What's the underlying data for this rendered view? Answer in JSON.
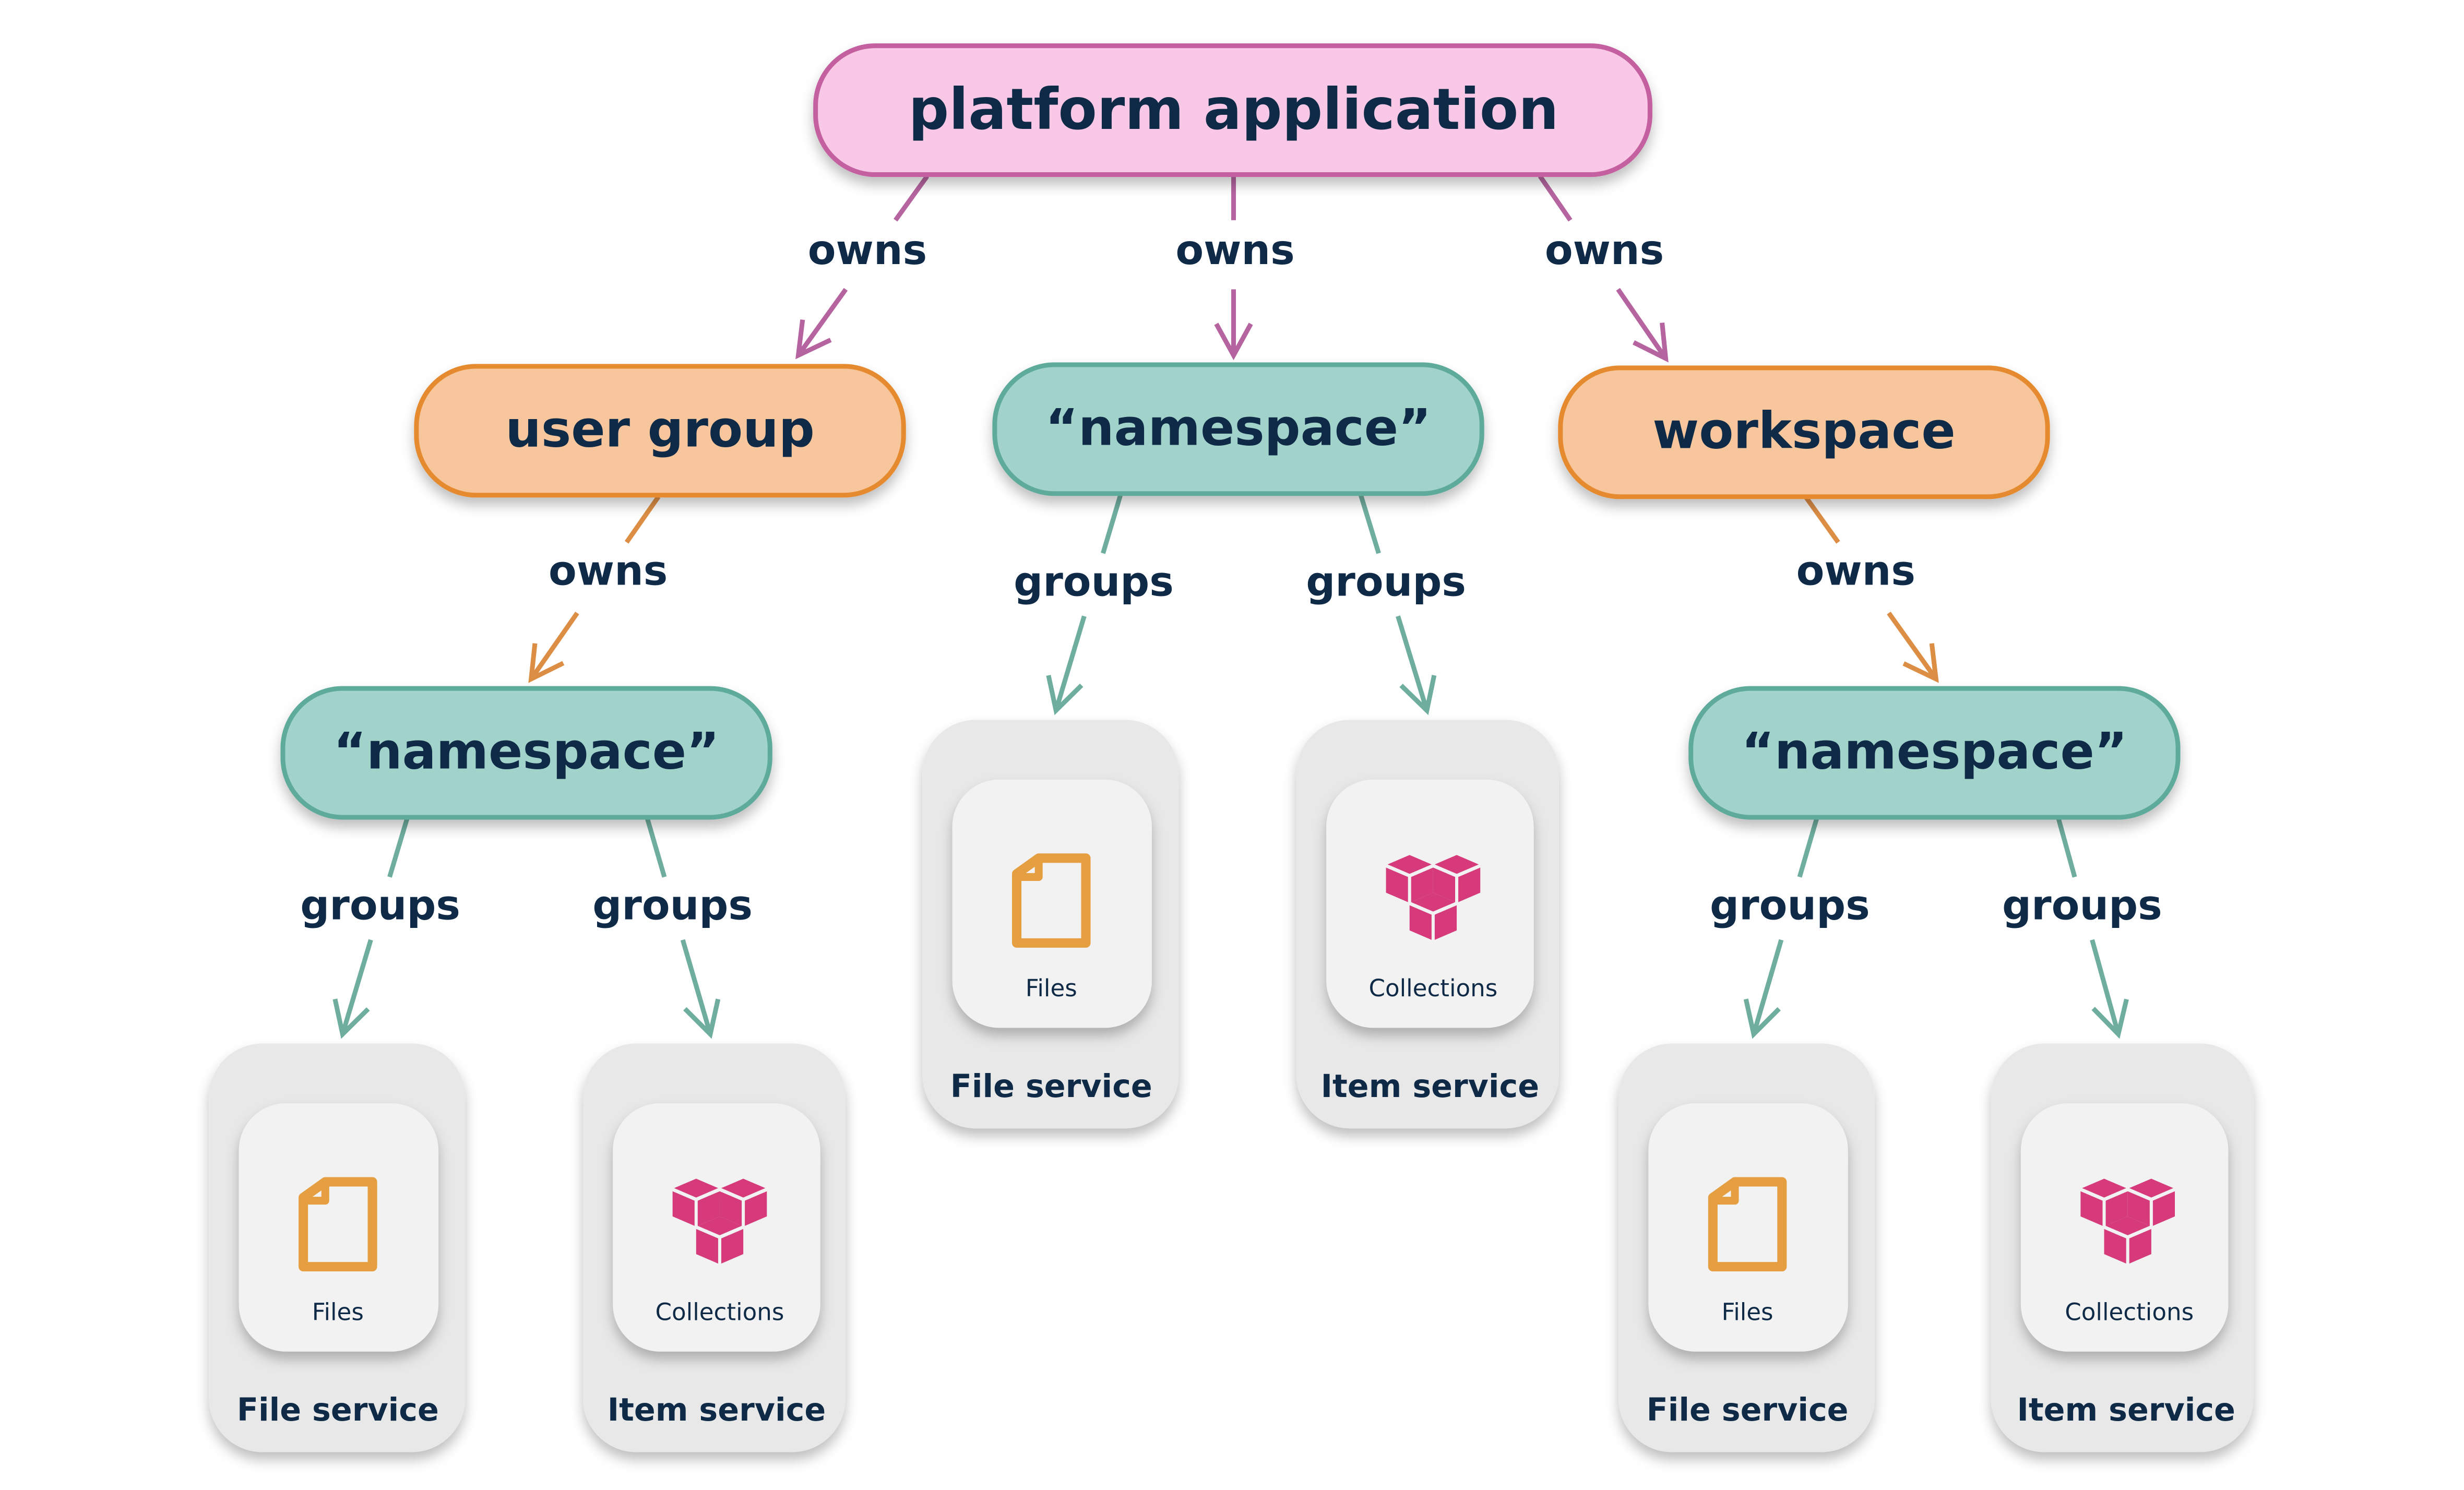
{
  "colors": {
    "root_fill": "#f8c8e6",
    "root_stroke": "#c45fa0",
    "orange_fill": "#f7c69c",
    "orange_stroke": "#e58a2e",
    "teal_fill": "#a2d3cb",
    "teal_stroke": "#5fab9b",
    "owns_root_arrow": "#b5649f",
    "owns_orange_arrow": "#dc8e45",
    "groups_arrow": "#6fae9f",
    "text": "#0e2a47",
    "file_icon": "#e59e40",
    "cubes_icon": "#d63a7a",
    "service_bg": "#e8e8e8",
    "tile_bg": "#f2f2f2"
  },
  "root": {
    "label": "platform application"
  },
  "level1": [
    {
      "label": "user group",
      "kind": "orange",
      "edge_label": "owns"
    },
    {
      "label": "“namespace”",
      "kind": "teal",
      "edge_label": "owns"
    },
    {
      "label": "workspace",
      "kind": "orange",
      "edge_label": "owns"
    }
  ],
  "level2": [
    {
      "label": "“namespace”",
      "edge_label": "owns"
    },
    {
      "label": "“namespace”",
      "edge_label": "owns"
    }
  ],
  "groups_label": "groups",
  "services": [
    {
      "tile_label": "Files",
      "service_label": "File service",
      "icon": "file-icon"
    },
    {
      "tile_label": "Collections",
      "service_label": "Item service",
      "icon": "cubes-icon"
    }
  ]
}
